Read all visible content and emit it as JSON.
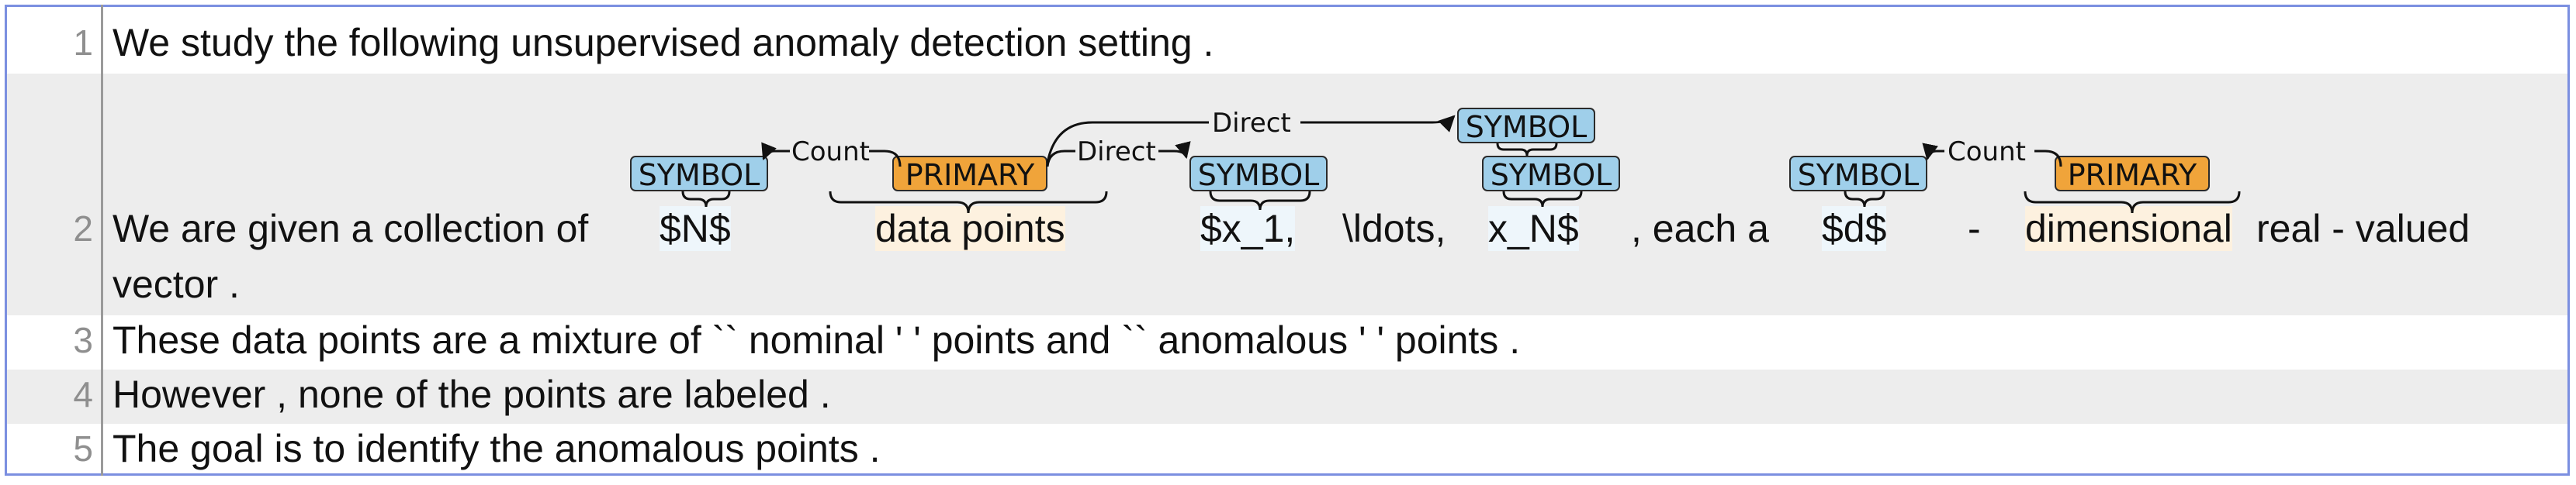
{
  "lines": [
    {
      "num": "1",
      "text": "We study the following unsupervised anomaly detection setting ."
    },
    {
      "num": "2",
      "prefix": "We are given a collection of",
      "continuation": "vector ."
    },
    {
      "num": "3",
      "text": "These data points are a mixture of `` nominal ' ' points and `` anomalous ' ' points ."
    },
    {
      "num": "4",
      "text": "However , none of the points are labeled ."
    },
    {
      "num": "5",
      "text": "The goal is to identify the anomalous points ."
    }
  ],
  "tokens": {
    "N": "$N$",
    "data_points": "data points",
    "x1": "$x_1,",
    "ldots": "\\ldots,",
    "xN": "x_N$",
    "each_a": ", each a",
    "d": "$d$",
    "dash": "-",
    "dimensional": "dimensional",
    "real_valued": "real - valued"
  },
  "entity_labels": {
    "symbol": "SYMBOL",
    "primary": "PRIMARY"
  },
  "relations": {
    "count": "Count",
    "direct": "Direct"
  },
  "colors": {
    "symbol": "#9fcfea",
    "primary": "#f0a43a",
    "frame": "#7b8fe0",
    "alt_row": "#ededed"
  }
}
